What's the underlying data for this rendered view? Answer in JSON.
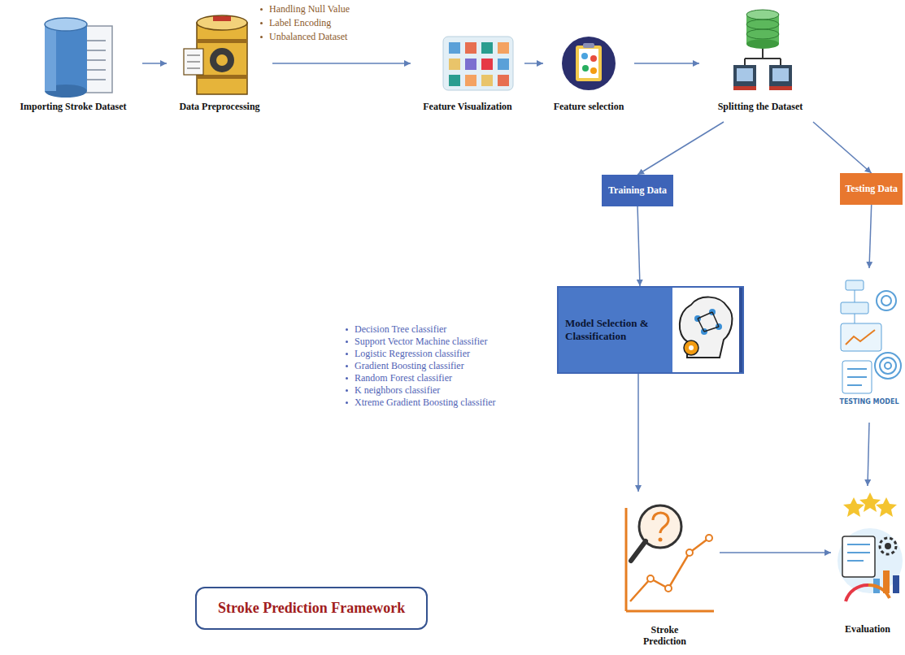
{
  "diagram": {
    "nodes": [
      {
        "text": [
          "Importing Stroke Dataset"
        ]
      },
      {
        "text": [
          "Data Preprocessing"
        ]
      },
      {
        "text": [
          "Feature Visualization"
        ]
      },
      {
        "text": [
          "Feature selection"
        ]
      },
      {
        "text": [
          "Splitting the Dataset"
        ]
      },
      {
        "text": [
          "Training Data"
        ]
      },
      {
        "text": [
          "Testing Data"
        ]
      },
      {
        "text": [
          "Model Selection & Classification"
        ]
      },
      {
        "text": [
          "TESTING MODEL"
        ]
      },
      {
        "text": [
          "Stroke Prediction"
        ]
      },
      {
        "text": [
          "Evaluation"
        ]
      },
      {
        "text": [
          "Stroke Prediction Framework"
        ]
      }
    ],
    "edges": [
      {
        "from": 0,
        "to": 1,
        "arrow": "to"
      },
      {
        "from": 1,
        "to": 2,
        "arrow": "to"
      },
      {
        "from": 2,
        "to": 3,
        "arrow": "to"
      },
      {
        "from": 3,
        "to": 4,
        "arrow": "to"
      },
      {
        "from": 4,
        "to": 5,
        "arrow": "to"
      },
      {
        "from": 4,
        "to": 6,
        "arrow": "to"
      },
      {
        "from": 5,
        "to": 7,
        "arrow": "to"
      },
      {
        "from": 7,
        "to": 9,
        "arrow": "to"
      },
      {
        "from": 6,
        "to": 8,
        "arrow": "to"
      },
      {
        "from": 8,
        "to": 10,
        "arrow": "to"
      },
      {
        "from": 9,
        "to": 10,
        "arrow": "to"
      }
    ],
    "labels": [
      "Handling Null Value",
      "Label Encoding",
      "Unbalanced Dataset",
      "Decision Tree classifier",
      "Support Vector Machine classifier",
      "Logistic Regression classifier",
      "Gradient Boosting classifier",
      "Random Forest classifier",
      "K neighbors classifier",
      "Xtreme Gradient Boosting classifier"
    ]
  }
}
